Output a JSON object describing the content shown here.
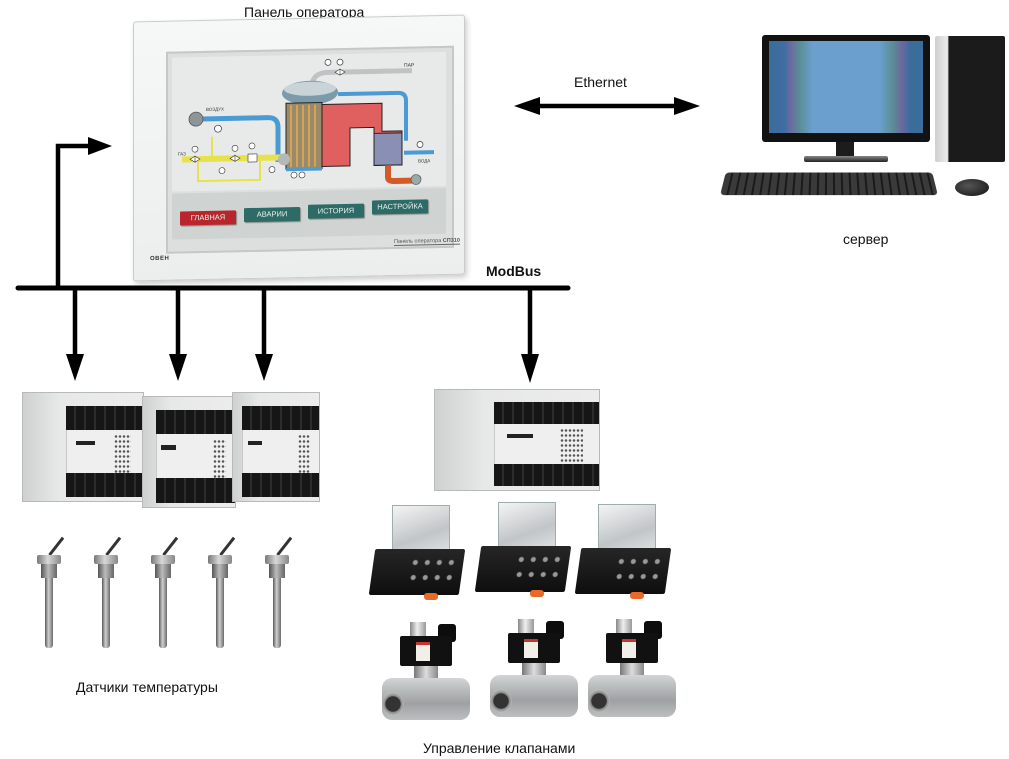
{
  "title_operator_panel": "Панель оператора",
  "operator_panel": {
    "screen_labels": {
      "steam": "ПАР",
      "air": "ВОЗДУХ",
      "gas": "ГАЗ",
      "water": "ВОДА"
    },
    "buttons": [
      {
        "label": "ГЛАВНАЯ",
        "color": "#b8262c"
      },
      {
        "label": "АВАРИИ",
        "color": "#2d6b66"
      },
      {
        "label": "ИСТОРИЯ",
        "color": "#2d6b66"
      },
      {
        "label": "НАСТРОЙКА",
        "color": "#2d6b66"
      }
    ],
    "brand": "ОВЕН",
    "model_caption": "Панель оператора",
    "model": "СП310"
  },
  "links": {
    "ethernet": "Ethernet",
    "modbus": "ModBus"
  },
  "server_label": "сервер",
  "sensors_label": "Датчики температуры",
  "valves_label": "Управление клапанами",
  "colors": {
    "line": "#000000",
    "pipe_air": "#4a9ad4",
    "pipe_gas": "#e8e24a",
    "furnace": "#e06060",
    "exhaust": "#d45a2a"
  }
}
